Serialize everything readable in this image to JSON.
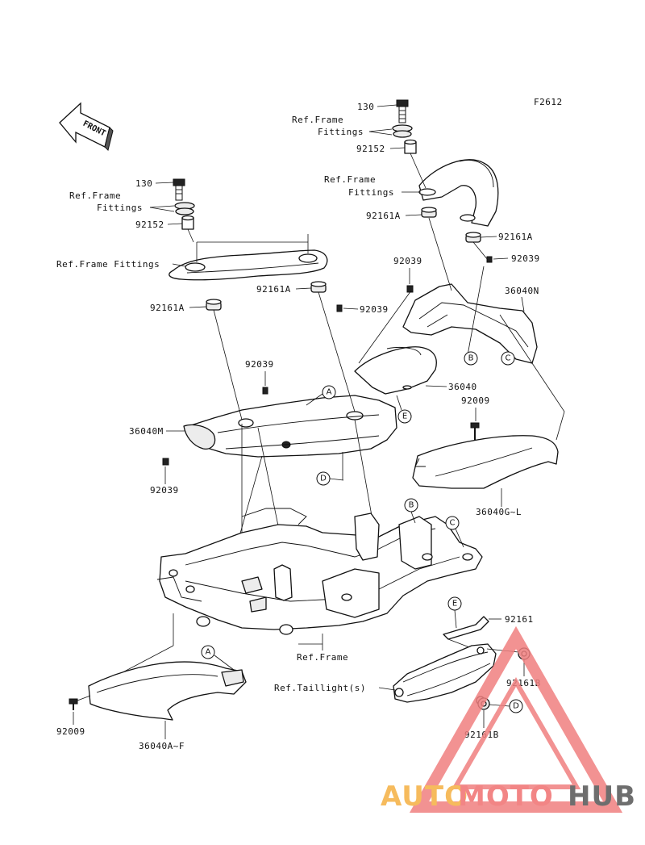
{
  "figure_code": "F2612",
  "front_label": "FRONT",
  "labels": {
    "bolt_130_right": "130",
    "ref_frame_fittings_right_1": "Ref.Frame",
    "ref_frame_fittings_right_2": "Fittings",
    "collar_92152_right": "92152",
    "ref_frame_fittings_right2_1": "Ref.Frame",
    "ref_frame_fittings_right2_2": "Fittings",
    "damper_92161A_right1": "92161A",
    "damper_92161A_right2": "92161A",
    "clip_92039_top": "92039",
    "clip_92039_topright": "92039",
    "cover_36040N": "36040N",
    "bolt_130_left": "130",
    "ref_frame_fittings_left_1": "Ref.Frame",
    "ref_frame_fittings_left_2": "Fittings",
    "collar_92152_left": "92152",
    "ref_frame_fittings_long": "Ref.Frame Fittings",
    "damper_92161A_mid": "92161A",
    "damper_92161A_left": "92161A",
    "clip_92039_mid": "92039",
    "clip_92039_left": "92039",
    "cover_36040": "36040",
    "bolt_92009_right": "92009",
    "cover_36040M": "36040M",
    "clip_92039_bottomleft": "92039",
    "cover_36040G_L": "36040G~L",
    "ref_frame": "Ref.Frame",
    "clip_92161": "92161",
    "ref_taillight": "Ref.Taillight(s)",
    "damper_92161B_upper": "92161B",
    "damper_92161B_lower": "92161B",
    "bolt_92009_left": "92009",
    "cover_36040A_F": "36040A~F"
  },
  "callouts": {
    "a": "A",
    "b": "B",
    "c": "C",
    "d": "D",
    "e": "E"
  },
  "watermark": {
    "part1": "AUTO",
    "part2": "MOTO",
    "part3": "HUB",
    "color1": "#f5b041",
    "color2": "#f07070",
    "color3": "#555555",
    "triangle_color": "#f08080"
  }
}
